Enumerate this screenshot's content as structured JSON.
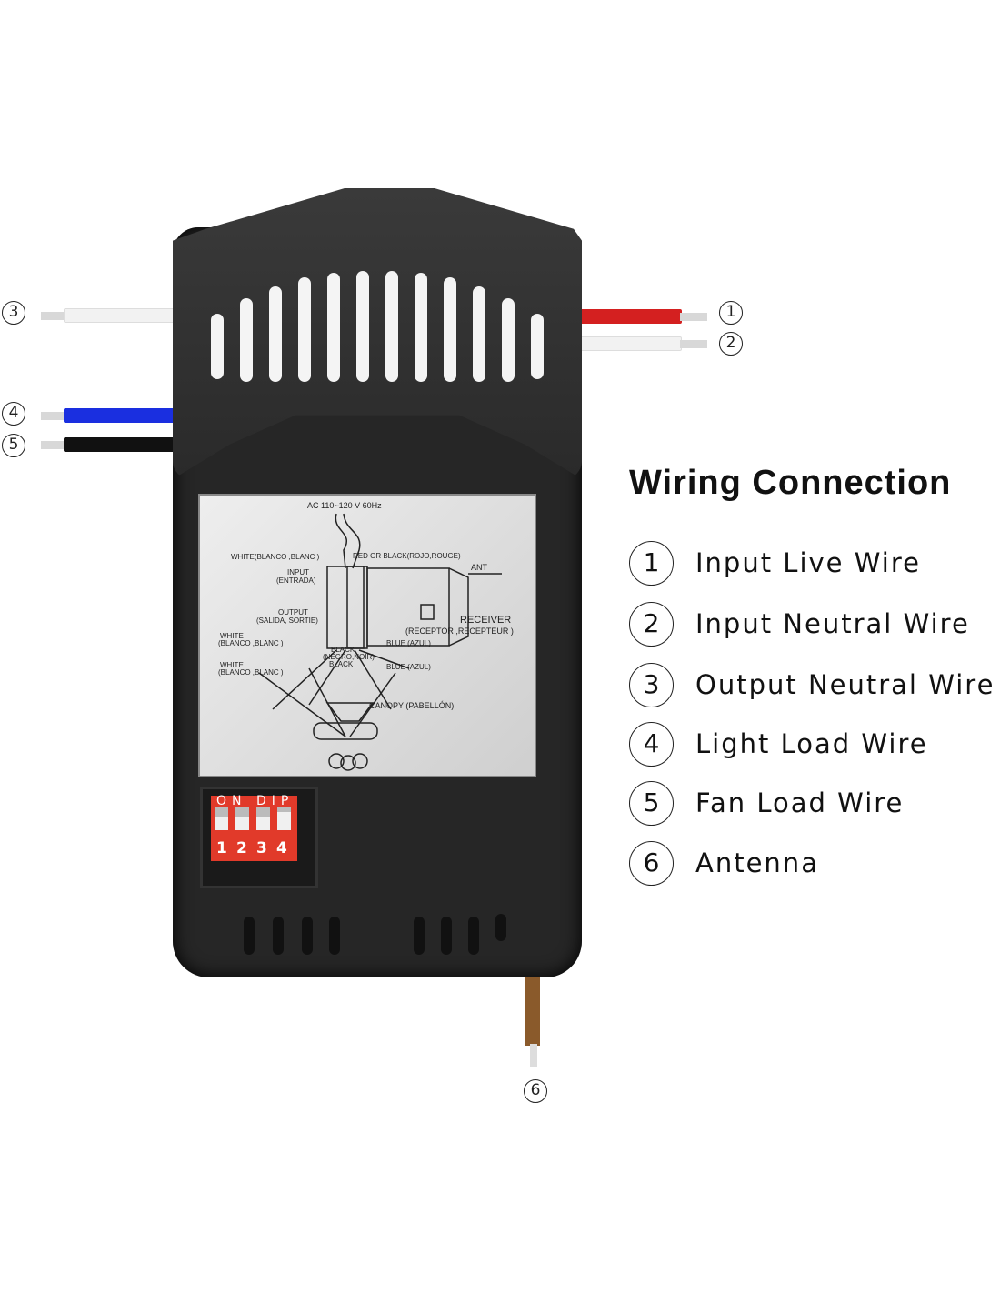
{
  "legend": {
    "title": "Wiring Connection",
    "items": [
      {
        "num": "1",
        "label": "Input Live Wire"
      },
      {
        "num": "2",
        "label": "Input Neutral Wire"
      },
      {
        "num": "3",
        "label": "Output Neutral Wire"
      },
      {
        "num": "4",
        "label": "Light Load Wire"
      },
      {
        "num": "5",
        "label": "Fan Load Wire"
      },
      {
        "num": "6",
        "label": "Antenna"
      }
    ]
  },
  "wire_colors": {
    "live": "#d42020",
    "neutral_in": "#f2f2f2",
    "neutral_out": "#f2f2f2",
    "light": "#1a2fe0",
    "fan": "#111111",
    "antenna": "#8a5a2b"
  },
  "label_panel": {
    "ac": "AC 110~120 V 60Hz",
    "white_in": "WHITE(BLANCO ,BLANC )",
    "red_black": "RED OR BLACK(ROJO,ROUGE)",
    "ant": "ANT",
    "input": "INPUT",
    "input_es": "(ENTRADA)",
    "output": "OUTPUT",
    "output_es": "(SALIDA, SORTIE)",
    "receiver": "RECEIVER",
    "receiver_es": "(RECEPTOR ,RECEPTEUR )",
    "white1": "WHITE",
    "white1_es": "(BLANCO ,BLANC )",
    "black": "BLACK",
    "black_es": "(NEGRO,NOIR)",
    "black2": "BLACK",
    "blue1": "BLUE (AZUL)",
    "white2": "WHITE",
    "white2_es": "(BLANCO ,BLANC )",
    "blue2": "BLUE (AZUL)",
    "canopy": "CANOPY (PABELLÓN)"
  },
  "dip_switch": {
    "header": "ON DIP",
    "numbers": [
      "1",
      "2",
      "3",
      "4"
    ]
  }
}
